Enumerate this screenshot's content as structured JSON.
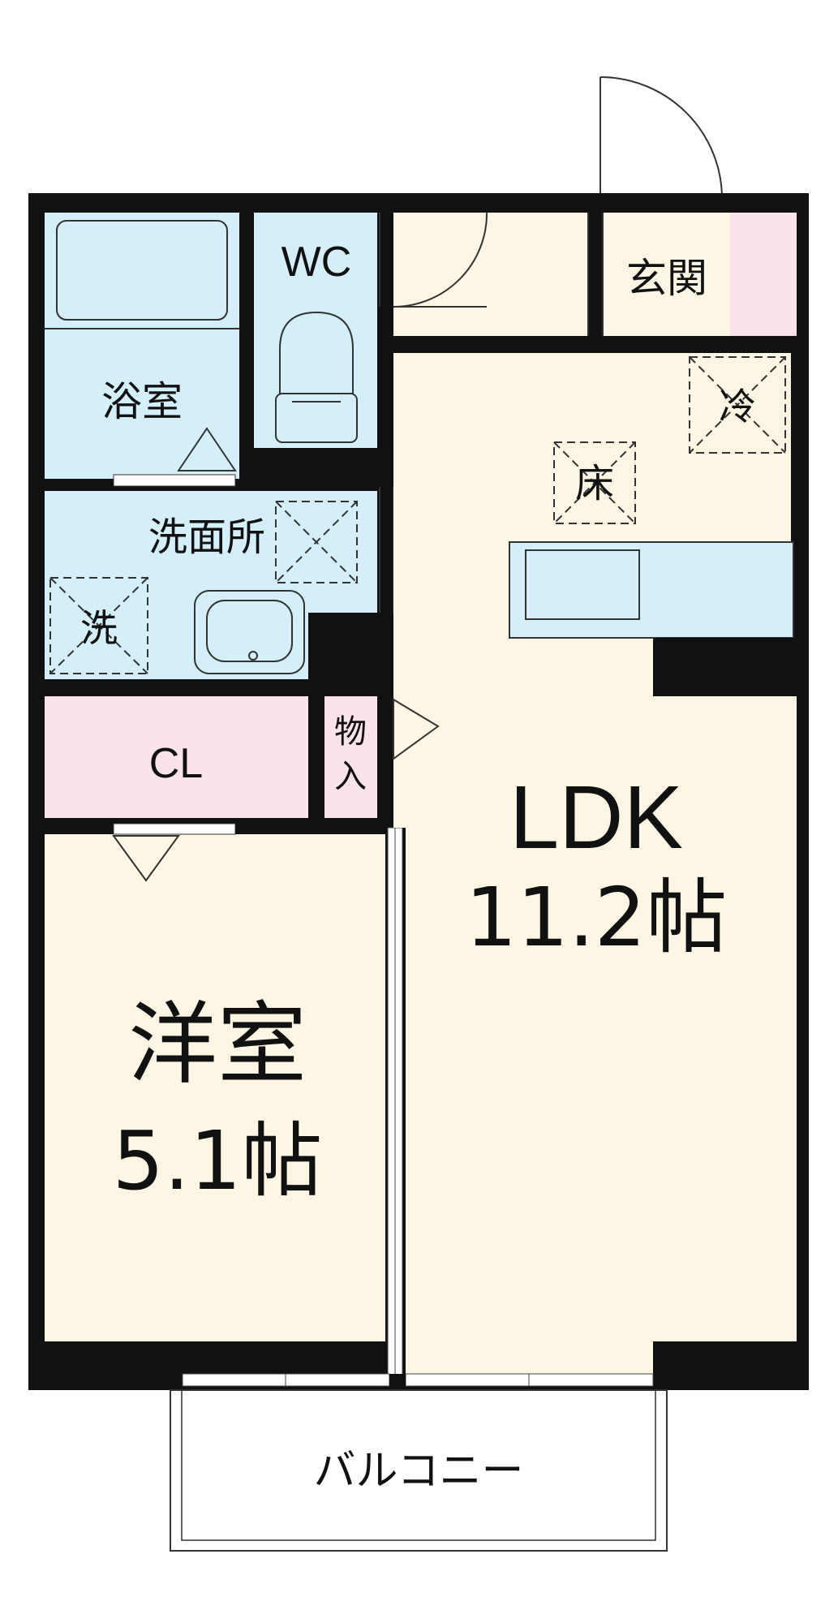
{
  "colors": {
    "wall": "#111111",
    "wet_area": "#d4effa",
    "living_floor": "#fdf6e4",
    "storage": "#fbe3ea",
    "background": "#ffffff"
  },
  "rooms": {
    "bathroom": "浴室",
    "toilet": "WC",
    "entrance": "玄関",
    "washroom": "洗面所",
    "washer": "洗",
    "refrigerator": "冷",
    "floor_storage": "床",
    "closet": "CL",
    "storage_small_top": "物",
    "storage_small_bottom": "入",
    "ldk_name": "LDK",
    "ldk_size": "11.2帖",
    "western_room_name": "洋室",
    "western_room_size": "5.1帖",
    "balcony": "バルコニー"
  }
}
